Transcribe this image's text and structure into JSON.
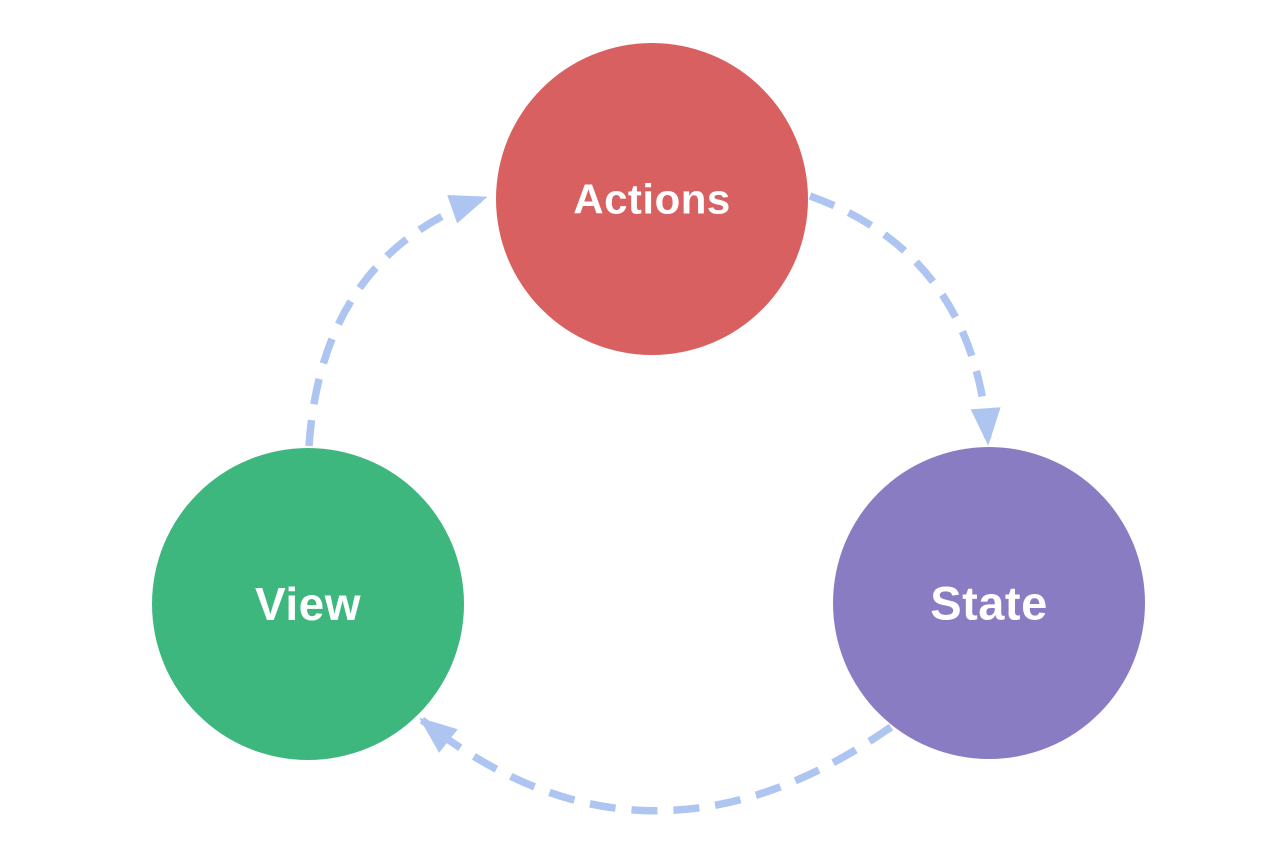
{
  "page": {
    "background": "#ffffff"
  },
  "diagram": {
    "arrow_color": "#aec5f1",
    "nodes": [
      {
        "id": "actions",
        "label": "Actions",
        "color": "#d96060",
        "text_color": "#ffffff"
      },
      {
        "id": "state",
        "label": "State",
        "color": "#8a7cc2",
        "text_color": "#ffffff"
      },
      {
        "id": "view",
        "label": "View",
        "color": "#3eb77f",
        "text_color": "#ffffff"
      }
    ],
    "edges": [
      {
        "from": "actions",
        "to": "state"
      },
      {
        "from": "state",
        "to": "view"
      },
      {
        "from": "view",
        "to": "actions"
      }
    ]
  }
}
